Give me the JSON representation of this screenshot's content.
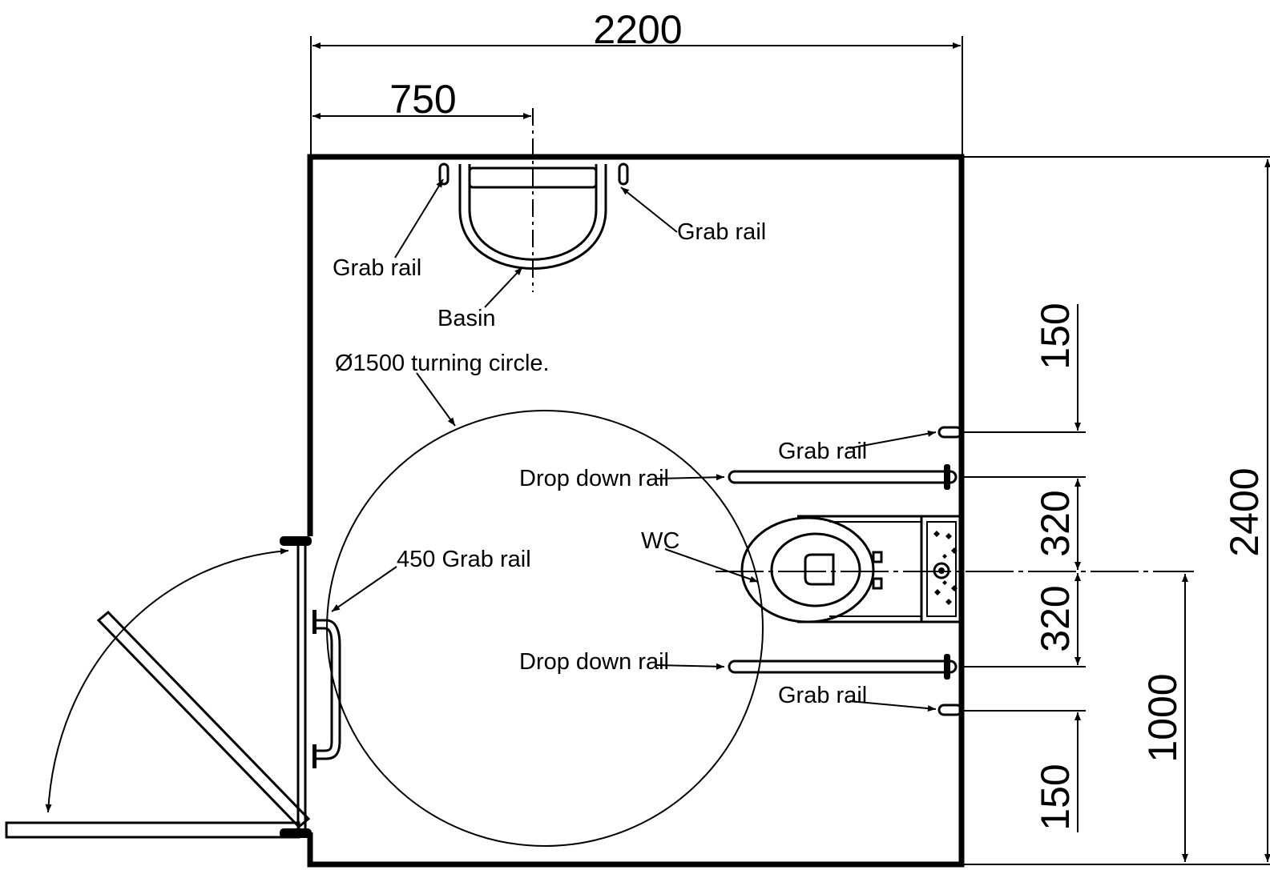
{
  "dimensions": {
    "overall_width": "2200",
    "basin_offset": "750",
    "overall_depth": "2400",
    "wc_centre_height": "1000",
    "top_rail_gap": "150",
    "rail_to_wc_top": "320",
    "rail_to_wc_bottom": "320",
    "bottom_rail_gap": "150"
  },
  "labels": {
    "grab_rail_left_basin": "Grab rail",
    "grab_rail_right_basin": "Grab rail",
    "basin": "Basin",
    "turning_circle": "Ø1500 turning circle.",
    "grab_rail_upper": "Grab rail",
    "drop_down_rail_upper": "Drop down rail",
    "wc": "WC",
    "grab_rail_450": "450 Grab rail",
    "drop_down_rail_lower": "Drop down rail",
    "grab_rail_lower": "Grab rail"
  }
}
